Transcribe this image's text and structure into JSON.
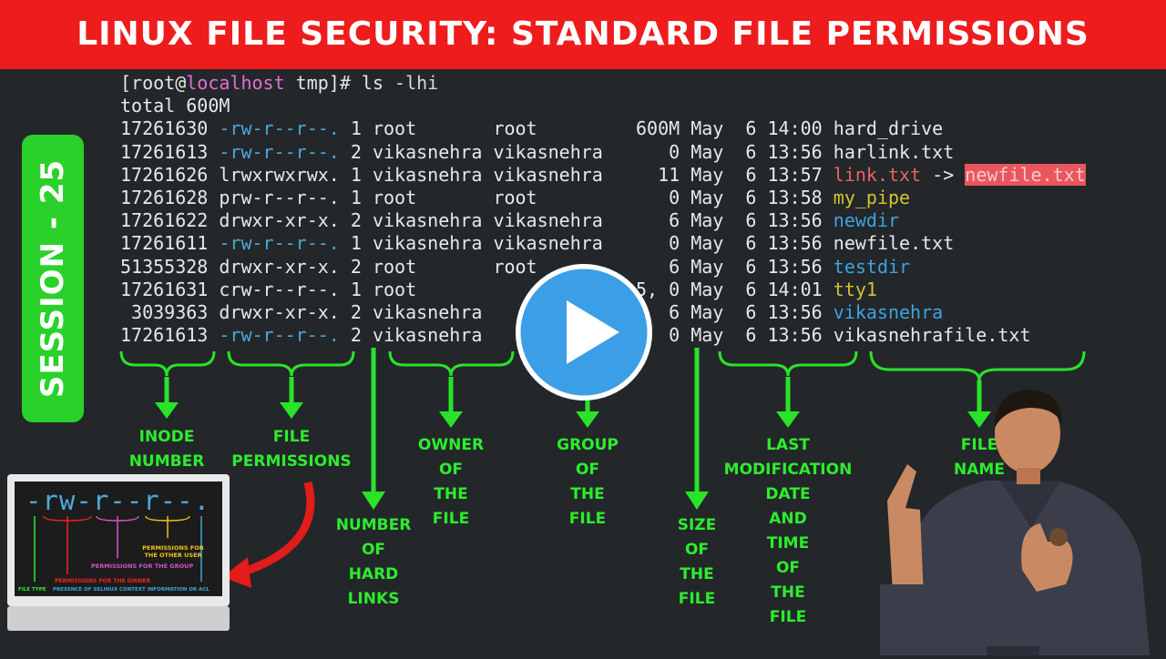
{
  "banner": {
    "title": "LINUX FILE SECURITY: STANDARD FILE PERMISSIONS"
  },
  "session": {
    "label": "SESSION - 25"
  },
  "terminal": {
    "prompt_open": "[root@",
    "prompt_host": "localhost",
    "prompt_rest": " tmp]# ls ",
    "prompt_flag": "-lhi",
    "total": "total 600M",
    "rows": [
      {
        "inode": "17261630",
        "perm": "-rw-r--r--.",
        "perm_color": "file",
        "links": "1",
        "owner": "root",
        "group": "root",
        "size": "600M",
        "month": "May",
        "day": "6",
        "time": "14:00",
        "name": "hard_drive",
        "name_color": "white"
      },
      {
        "inode": "17261613",
        "perm": "-rw-r--r--.",
        "perm_color": "file",
        "links": "2",
        "owner": "vikasnehra",
        "group": "vikasnehra",
        "size": "0",
        "month": "May",
        "day": "6",
        "time": "13:56",
        "name": "harlink.txt",
        "name_color": "white"
      },
      {
        "inode": "17261626",
        "perm": "lrwxrwxrwx.",
        "perm_color": "white",
        "links": "1",
        "owner": "vikasnehra",
        "group": "vikasnehra",
        "size": "11",
        "month": "May",
        "day": "6",
        "time": "13:57",
        "name": "link.txt",
        "name_color": "link",
        "link_arrow": " -> ",
        "link_target": "newfile.txt"
      },
      {
        "inode": "17261628",
        "perm": "prw-r--r--.",
        "perm_color": "white",
        "links": "1",
        "owner": "root",
        "group": "root",
        "size": "0",
        "month": "May",
        "day": "6",
        "time": "13:58",
        "name": "my_pipe",
        "name_color": "yellow"
      },
      {
        "inode": "17261622",
        "perm": "drwxr-xr-x.",
        "perm_color": "white",
        "links": "2",
        "owner": "vikasnehra",
        "group": "vikasnehra",
        "size": "6",
        "month": "May",
        "day": "6",
        "time": "13:56",
        "name": "newdir",
        "name_color": "blue"
      },
      {
        "inode": "17261611",
        "perm": "-rw-r--r--.",
        "perm_color": "file",
        "links": "1",
        "owner": "vikasnehra",
        "group": "vikasnehra",
        "size": "0",
        "month": "May",
        "day": "6",
        "time": "13:56",
        "name": "newfile.txt",
        "name_color": "white"
      },
      {
        "inode": "51355328",
        "perm": "drwxr-xr-x.",
        "perm_color": "white",
        "links": "2",
        "owner": "root",
        "group": "root",
        "size": "6",
        "month": "May",
        "day": "6",
        "time": "13:56",
        "name": "testdir",
        "name_color": "blue"
      },
      {
        "inode": "17261631",
        "perm": "crw-r--r--.",
        "perm_color": "white",
        "links": "1",
        "owner": "root",
        "group": "",
        "size": "5, 0",
        "month": "May",
        "day": "6",
        "time": "14:01",
        "name": "tty1",
        "name_color": "yellow"
      },
      {
        "inode": " 3039363",
        "perm": "drwxr-xr-x.",
        "perm_color": "white",
        "links": "2",
        "owner": "vikasnehra",
        "group": "",
        "size": "6",
        "month": "May",
        "day": "6",
        "time": "13:56",
        "name": "vikasnehra",
        "name_color": "blue"
      },
      {
        "inode": "17261613",
        "perm": "-rw-r--r--.",
        "perm_color": "file",
        "links": "2",
        "owner": "vikasnehra",
        "group": "",
        "size": "0",
        "month": "May",
        "day": "6",
        "time": "13:56",
        "name": "vikasnehrafile.txt",
        "name_color": "white"
      }
    ]
  },
  "labels": {
    "inode": [
      "INODE",
      "NUMBER"
    ],
    "permissions": [
      "FILE",
      "PERMISSIONS"
    ],
    "hard_links": [
      "NUMBER",
      "OF",
      "HARD",
      "LINKS"
    ],
    "owner": [
      "OWNER",
      "OF",
      "THE",
      "FILE"
    ],
    "group": [
      "GROUP",
      "OF",
      "THE",
      "FILE"
    ],
    "size": [
      "SIZE",
      "OF",
      "THE",
      "FILE"
    ],
    "modified": [
      "LAST",
      "MODIFICATION",
      "DATE",
      "AND",
      "TIME",
      "OF",
      "THE",
      "FILE"
    ],
    "name": [
      "FILE",
      "NAME"
    ]
  },
  "monitor": {
    "perm_string": "-rw-r--r--.",
    "others_note": [
      "PERMISSIONS FOR",
      "THE OTHER USER"
    ],
    "group_note": "PERMISSIONS FOR THE GROUP",
    "owner_note": "PERMISSIONS FOR THE OWNER",
    "file_type_note": "FILE TYPE",
    "selinux_note": "PRESENCE OF SELINUX CONTEXT INFORMATION OR ACL"
  },
  "colors": {
    "banner": "#ee1c1c",
    "accent_green": "#2dec2d",
    "terminal_bg": "#23272a",
    "play_button": "#3c9ee6",
    "dir_blue": "#3da3e0",
    "pipe_yellow": "#d6c235",
    "symlink_red": "#ef6060"
  },
  "icons": [
    "play-icon",
    "curved-arrow-icon",
    "monitor-icon"
  ]
}
